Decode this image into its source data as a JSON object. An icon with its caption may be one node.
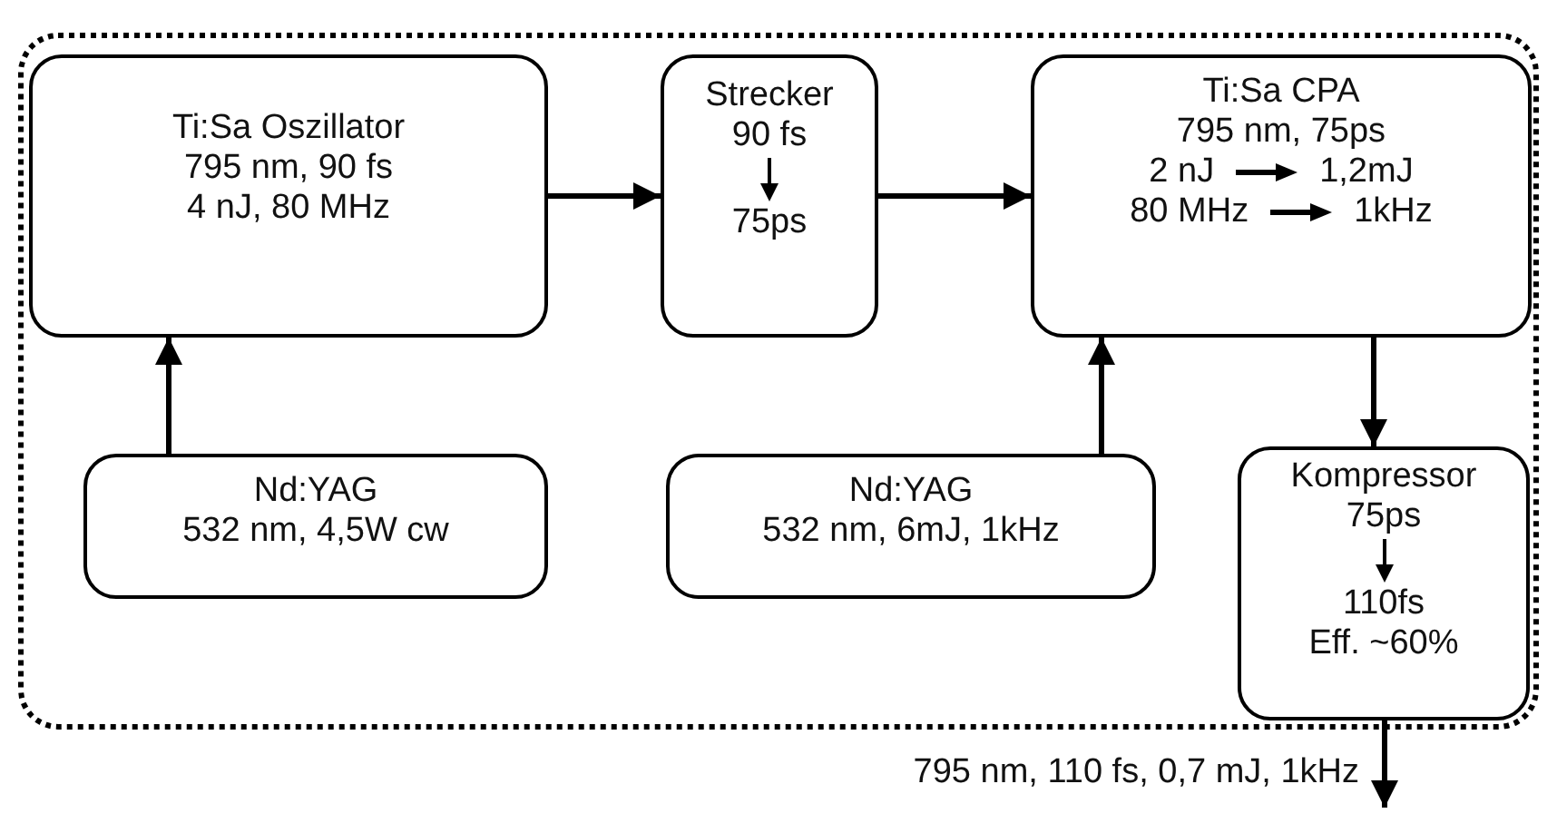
{
  "diagram": {
    "nodes": [
      {
        "text": [],
        "shape": "box"
      },
      {
        "text": [
          "Ti:Sa Oszillator",
          "795 nm, 90 fs",
          "4 nJ, 80 MHz"
        ],
        "in": 0
      },
      {
        "text": [
          "Strecker",
          "90 fs",
          "75ps"
        ],
        "in": 0
      },
      {
        "text": [
          "Ti:Sa CPA",
          "795 nm, 75ps",
          "2 nJ",
          "1,2mJ",
          "80 MHz",
          "1kHz"
        ],
        "in": 0
      },
      {
        "text": [
          "Nd:YAG",
          "532 nm, 4,5W cw"
        ],
        "in": 0
      },
      {
        "text": [
          "Nd:YAG",
          "532 nm, 6mJ, 1kHz"
        ],
        "in": 0
      },
      {
        "text": [
          "Kompressor",
          "75ps",
          "110fs",
          "Eff. ~60%"
        ],
        "in": 0
      }
    ],
    "edges": [
      {
        "from": 1,
        "to": 2,
        "arrow": "to"
      },
      {
        "from": 2,
        "to": 3,
        "arrow": "to"
      },
      {
        "from": 4,
        "to": 1,
        "arrow": "to"
      },
      {
        "from": 5,
        "to": 3,
        "arrow": "to"
      },
      {
        "from": 3,
        "to": 6,
        "arrow": "to"
      },
      {
        "from": 6,
        "to": null,
        "arrow": "to",
        "label": "795 nm, 110 fs, 0,7 mJ, 1kHz"
      }
    ]
  }
}
